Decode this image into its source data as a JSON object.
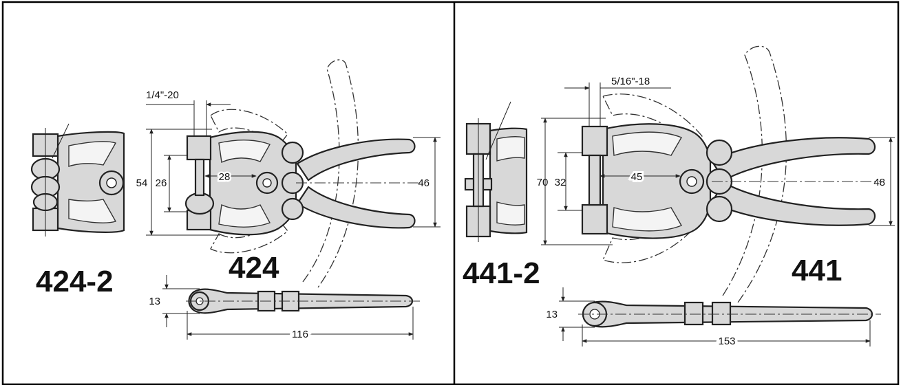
{
  "left_panel": {
    "model": "424",
    "variant": "424-2",
    "thread": "1/4\"-20",
    "dim_height_outer": "54",
    "dim_height_inner": "26",
    "dim_reach": "28",
    "dim_handle_span": "46",
    "dim_thickness": "13",
    "dim_length": "116"
  },
  "right_panel": {
    "model": "441",
    "variant": "441-2",
    "thread": "5/16\"-18",
    "dim_height_outer": "70",
    "dim_height_inner": "32",
    "dim_reach": "45",
    "dim_handle_span": "48",
    "dim_thickness": "13",
    "dim_length": "153"
  }
}
